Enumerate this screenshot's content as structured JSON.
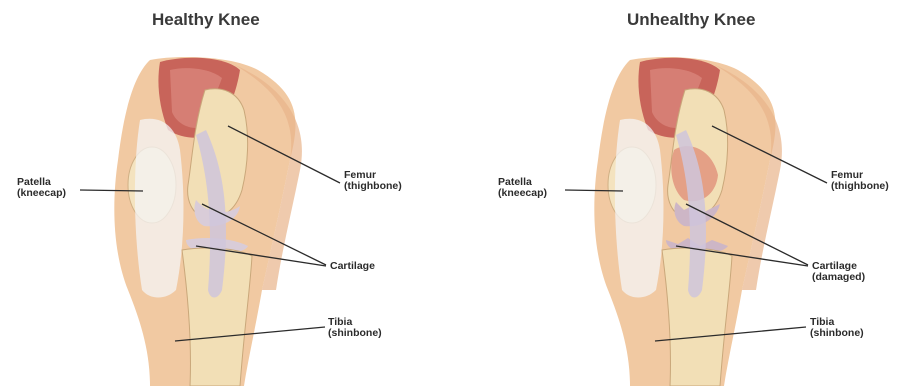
{
  "figure": {
    "panels": [
      {
        "title": "Healthy Knee",
        "labels": {
          "patella": [
            "Patella",
            "(kneecap)"
          ],
          "femur": [
            "Femur",
            "(thighbone)"
          ],
          "cartilage": [
            "Cartilage"
          ],
          "tibia": [
            "Tibia",
            "(shinbone)"
          ]
        }
      },
      {
        "title": "Unhealthy Knee",
        "labels": {
          "patella": [
            "Patella",
            "(kneecap)"
          ],
          "femur": [
            "Femur",
            "(thighbone)"
          ],
          "cartilage": [
            "Cartilage",
            "(damaged)"
          ],
          "tibia": [
            "Tibia",
            "(shinbone)"
          ]
        }
      }
    ],
    "colors": {
      "skin": "#f1c9a2",
      "muscle": "#c8645a",
      "bone": "#f2dfb6",
      "cartilage": "#d9ccd8",
      "leader_line": "#2b2b2b"
    }
  }
}
